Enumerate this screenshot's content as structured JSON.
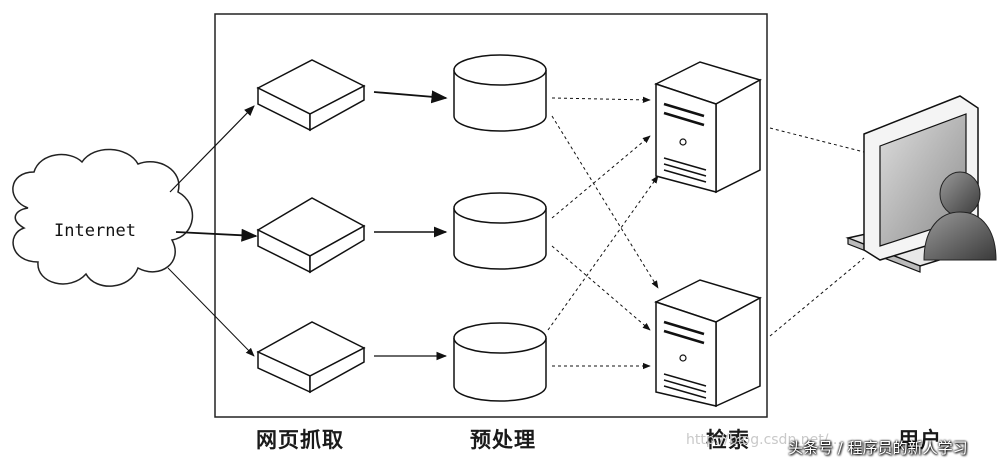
{
  "diagram": {
    "source_label": "Internet",
    "stage_labels": {
      "crawl": "网页抓取",
      "preprocess": "预处理",
      "retrieval": "检索",
      "user": "用户"
    }
  },
  "watermark": {
    "blog_text": "http://blog.csdn.net/...",
    "overlay_text": "头条号 / 程序员的新人学习"
  },
  "icons": [
    "cloud-icon",
    "crawler-box-icon",
    "database-cylinder-icon",
    "server-tower-icon",
    "monitor-user-icon"
  ]
}
